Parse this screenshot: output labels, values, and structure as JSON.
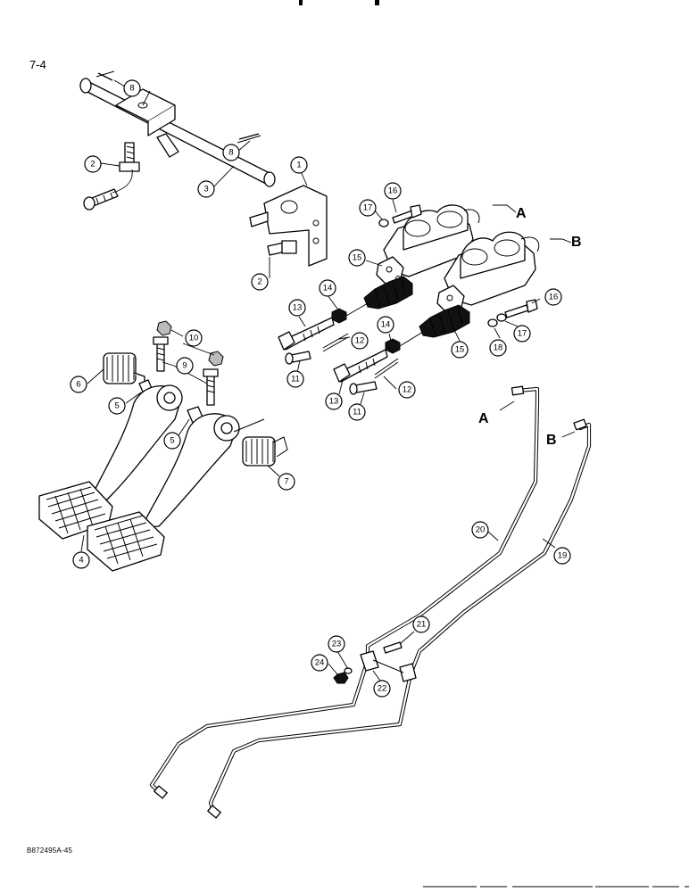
{
  "page_number": "7-4",
  "figure_code": "B872495A-45",
  "letters": [
    "A",
    "B"
  ],
  "callouts": [
    {
      "num": "8"
    },
    {
      "num": "8"
    },
    {
      "num": "1"
    },
    {
      "num": "2"
    },
    {
      "num": "3"
    },
    {
      "num": "2"
    },
    {
      "num": "16"
    },
    {
      "num": "17"
    },
    {
      "num": "15"
    },
    {
      "num": "14"
    },
    {
      "num": "13"
    },
    {
      "num": "12"
    },
    {
      "num": "11"
    },
    {
      "num": "14"
    },
    {
      "num": "15"
    },
    {
      "num": "18"
    },
    {
      "num": "17"
    },
    {
      "num": "16"
    },
    {
      "num": "10"
    },
    {
      "num": "9"
    },
    {
      "num": "6"
    },
    {
      "num": "5"
    },
    {
      "num": "5"
    },
    {
      "num": "12"
    },
    {
      "num": "13"
    },
    {
      "num": "11"
    },
    {
      "num": "7"
    },
    {
      "num": "4"
    },
    {
      "num": "20"
    },
    {
      "num": "19"
    },
    {
      "num": "21"
    },
    {
      "num": "23"
    },
    {
      "num": "24"
    },
    {
      "num": "22"
    }
  ]
}
